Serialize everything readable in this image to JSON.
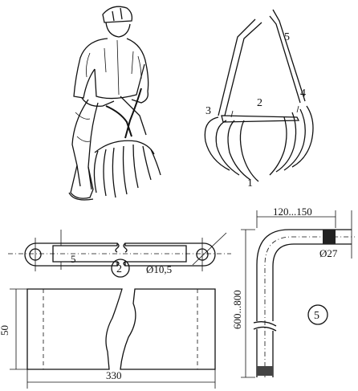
{
  "labels": {
    "part_1": "1",
    "part_2": "2",
    "part_3": "3",
    "part_4": "4",
    "part_5": "5",
    "view_2": "2",
    "view_5": "5"
  },
  "dimensions": {
    "slot_offset": "5",
    "hole_diameter": "Ø10,5",
    "bar_width": "50",
    "bar_length": "330",
    "handle_short_leg": "120...150",
    "handle_long_leg": "600...800",
    "tube_diameter": "Ø27"
  }
}
